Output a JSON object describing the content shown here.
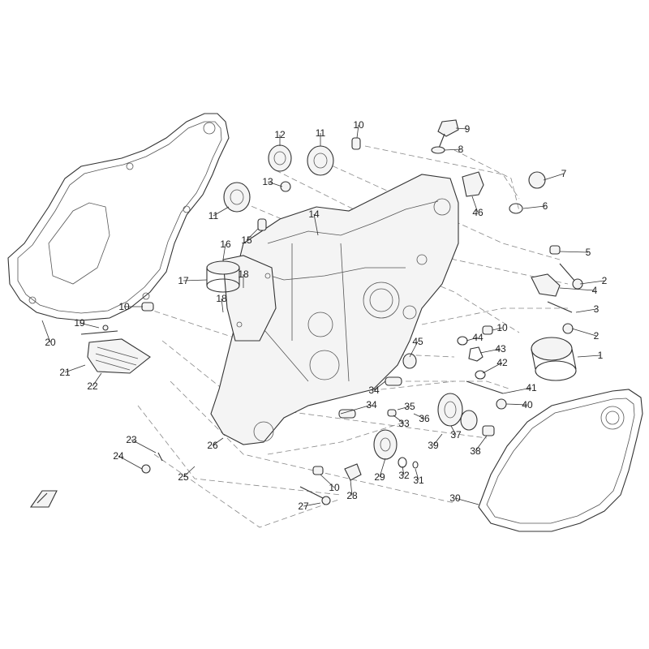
{
  "callouts": [
    {
      "id": "c1",
      "label": "1"
    },
    {
      "id": "c2a",
      "label": "2"
    },
    {
      "id": "c2b",
      "label": "2"
    },
    {
      "id": "c3",
      "label": "3"
    },
    {
      "id": "c4",
      "label": "4"
    },
    {
      "id": "c5",
      "label": "5"
    },
    {
      "id": "c6",
      "label": "6"
    },
    {
      "id": "c7",
      "label": "7"
    },
    {
      "id": "c8",
      "label": "8"
    },
    {
      "id": "c9",
      "label": "9"
    },
    {
      "id": "c10a",
      "label": "10"
    },
    {
      "id": "c10b",
      "label": "10"
    },
    {
      "id": "c10c",
      "label": "10"
    },
    {
      "id": "c10d",
      "label": "10"
    },
    {
      "id": "c11a",
      "label": "11"
    },
    {
      "id": "c11b",
      "label": "11"
    },
    {
      "id": "c12",
      "label": "12"
    },
    {
      "id": "c13",
      "label": "13"
    },
    {
      "id": "c14",
      "label": "14"
    },
    {
      "id": "c15",
      "label": "15"
    },
    {
      "id": "c16",
      "label": "16"
    },
    {
      "id": "c17",
      "label": "17"
    },
    {
      "id": "c18a",
      "label": "18"
    },
    {
      "id": "c18b",
      "label": "18"
    },
    {
      "id": "c19",
      "label": "19"
    },
    {
      "id": "c20",
      "label": "20"
    },
    {
      "id": "c21",
      "label": "21"
    },
    {
      "id": "c22",
      "label": "22"
    },
    {
      "id": "c23",
      "label": "23"
    },
    {
      "id": "c24",
      "label": "24"
    },
    {
      "id": "c25",
      "label": "25"
    },
    {
      "id": "c26",
      "label": "26"
    },
    {
      "id": "c27",
      "label": "27"
    },
    {
      "id": "c28",
      "label": "28"
    },
    {
      "id": "c29",
      "label": "29"
    },
    {
      "id": "c30",
      "label": "30"
    },
    {
      "id": "c31",
      "label": "31"
    },
    {
      "id": "c32",
      "label": "32"
    },
    {
      "id": "c33",
      "label": "33"
    },
    {
      "id": "c34a",
      "label": "34"
    },
    {
      "id": "c34b",
      "label": "34"
    },
    {
      "id": "c35",
      "label": "35"
    },
    {
      "id": "c36",
      "label": "36"
    },
    {
      "id": "c37",
      "label": "37"
    },
    {
      "id": "c38",
      "label": "38"
    },
    {
      "id": "c39",
      "label": "39"
    },
    {
      "id": "c40",
      "label": "40"
    },
    {
      "id": "c41",
      "label": "41"
    },
    {
      "id": "c42",
      "label": "42"
    },
    {
      "id": "c43",
      "label": "43"
    },
    {
      "id": "c44",
      "label": "44"
    },
    {
      "id": "c45",
      "label": "45"
    },
    {
      "id": "c46",
      "label": "46"
    }
  ],
  "icons": {
    "front_arrow": "front-direction-arrow-icon"
  }
}
